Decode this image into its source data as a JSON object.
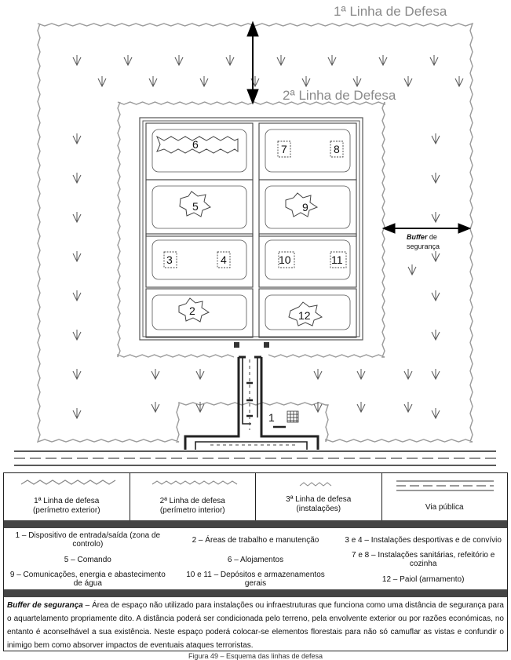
{
  "diagram": {
    "line1_title": "1ª Linha de Defesa",
    "line2_title": "2ª Linha de Defesa",
    "buffer_label_italic": "Buffer",
    "buffer_label_rest": " de",
    "buffer_label_line2": "segurança",
    "numbers": {
      "n1": "1",
      "n2": "2",
      "n3": "3",
      "n4": "4",
      "n5": "5",
      "n6": "6",
      "n7": "7",
      "n8": "8",
      "n9": "9",
      "n10": "10",
      "n11": "11",
      "n12": "12"
    }
  },
  "legend": {
    "line1": {
      "title": "1ª Linha de defesa",
      "sub": "(perímetro exterior)"
    },
    "line2": {
      "title": "2ª Linha de defesa",
      "sub": "(perímetro interior)"
    },
    "line3": {
      "title": "3ª Linha de defesa",
      "sub": "(instalações)"
    },
    "road": {
      "title": "Via pública"
    },
    "items": [
      "1 – Dispositivo de entrada/saída (zona de controlo)",
      "2 – Áreas de trabalho e manutenção",
      "3 e 4 – Instalações desportivas e de convívio",
      "5 – Comando",
      "6 – Alojamentos",
      "7 e 8 – Instalações sanitárias, refeitório e cozinha",
      "9 – Comunicações, energia e abastecimento de água",
      "10 e 11 – Depósitos e armazenamentos gerais",
      "12 – Paiol (armamento)"
    ],
    "buffer_term": "Buffer de segurança",
    "buffer_text": " – Área de espaço não utilizado para instalações ou infraestruturas que funciona como uma distância de segurança para o aquartelamento propriamente dito. A distância poderá ser condicionada pelo terreno, pela envolvente exterior ou por razões económicas, no entanto é aconselhável a sua existência. Neste espaço poderá colocar-se elementos florestais para não só camuflar as vistas e confundir o inimigo bem como absorver impactos de eventuais ataques terroristas."
  },
  "caption": "Figura 49 – Esquema das linhas de defesa"
}
